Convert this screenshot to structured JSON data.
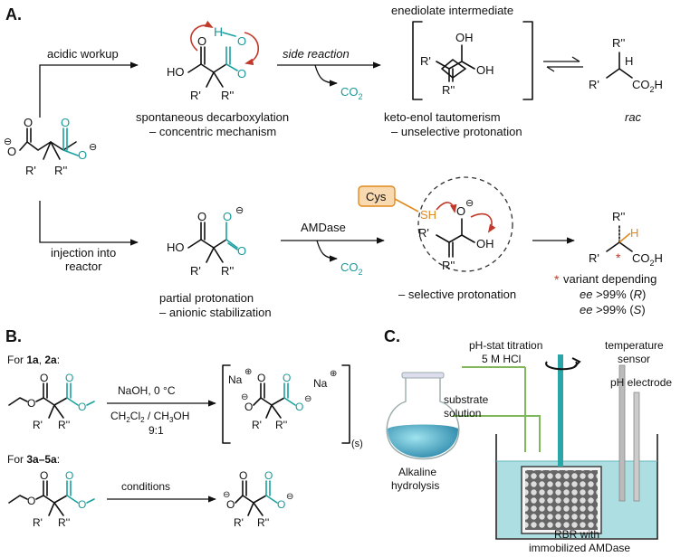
{
  "panelA": {
    "label": "A.",
    "arrow_acidic": "acidic workup",
    "arrow_injection_1": "injection into",
    "arrow_injection_2": "reactor",
    "side_reaction": "side reaction",
    "amdase": "AMDase",
    "enediolate": "enediolate intermediate",
    "decarb_1": "spontaneous decarboxylation",
    "decarb_2": "– concentric mechanism",
    "tauto_1": "keto-enol tautomerism",
    "tauto_2": "– unselective protonation",
    "rac": "rac",
    "partial_1": "partial protonation",
    "partial_2": "– anionic stabilization",
    "selective": "– selective protonation",
    "variant": "variant depending",
    "ee_r_prefix": "ee",
    "ee_r_value": ">99% (",
    "ee_r_letter": "R",
    "ee_s_prefix": "ee",
    "ee_s_value": ">99% (",
    "ee_s_letter": "S",
    "cys": "Cys",
    "sh": "SH",
    "co2": "CO",
    "co2_sub": "2",
    "co2h": "CO",
    "co2h_sub": "2",
    "co2h_h": "H",
    "oh": "OH",
    "ho": "HO",
    "h": "H",
    "o": "O",
    "r1": "R'",
    "r2": "R''",
    "minus": "⊖",
    "star": "*"
  },
  "panelB": {
    "label": "B.",
    "for_1a_prefix": "For ",
    "for_1a_c1": "1a",
    "for_1a_sep": ", ",
    "for_1a_c2": "2a",
    "for_1a_suffix": ":",
    "for_3a_prefix": "For ",
    "for_3a_range": "3a–5a",
    "for_3a_suffix": ":",
    "naoh": "NaOH, 0 °C",
    "solvent_a": "CH",
    "solvent_a_sub1": "2",
    "solvent_a_mid": "Cl",
    "solvent_a_sub2": "2",
    "solvent_b": " / CH",
    "solvent_b_sub": "3",
    "solvent_b_end": "OH",
    "ratio": "9:1",
    "conditions": "conditions",
    "na": "Na",
    "plus": "⊕",
    "solid": "(s)"
  },
  "panelC": {
    "label": "C.",
    "ph_stat_1": "pH-stat titration",
    "ph_stat_2": "5 M HCl",
    "temp_1": "temperature",
    "temp_2": "sensor",
    "ph_electrode": "pH electrode",
    "substrate_1": "substrate",
    "substrate_2": "solution",
    "alkaline_1": "Alkaline",
    "alkaline_2": "hydrolysis",
    "rbr_1": "RBR with",
    "rbr_2": "immobilized AMDase"
  },
  "colors": {
    "teal": "#1a9a9a",
    "red": "#c0392b",
    "orange": "#e08a1e",
    "cys_fill": "#f9d9b0",
    "liquid": "#9fd8dc",
    "green_line": "#7fb85a"
  }
}
